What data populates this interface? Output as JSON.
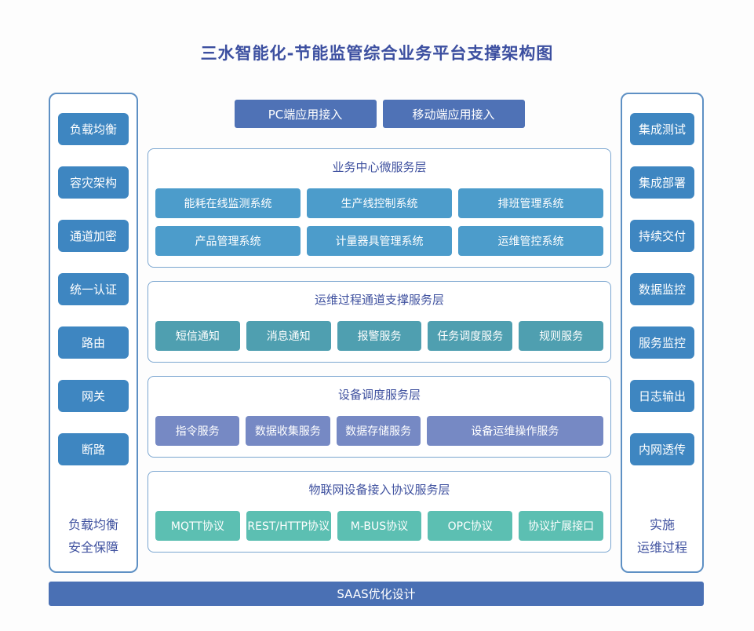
{
  "title": "三水智能化-节能监管综合业务平台支撑架构图",
  "colors": {
    "title_text": "#3c4fa0",
    "label_text": "#3f519f",
    "panel_border": "#5e90c4",
    "section_border": "#7ba6d0",
    "side_button": "#3e86c1",
    "top_button": "#4f72b6",
    "bottom_bar": "#4a70b4",
    "section1_button": "#4c9ccb",
    "section2_button": "#4f9fb0",
    "section3_button": "#7689c4",
    "section4_button": "#5cbfb2",
    "button_text": "#ffffff"
  },
  "left_sidebar": {
    "items": [
      "负载均衡",
      "容灾架构",
      "通道加密",
      "统一认证",
      "路由",
      "网关",
      "断路"
    ],
    "footer": [
      "负载均衡",
      "安全保障"
    ]
  },
  "right_sidebar": {
    "items": [
      "集成测试",
      "集成部署",
      "持续交付",
      "数据监控",
      "服务监控",
      "日志输出",
      "内网透传"
    ],
    "footer": [
      "实施",
      "运维过程"
    ]
  },
  "top_buttons": [
    "PC端应用接入",
    "移动端应用接入"
  ],
  "sections": [
    {
      "title": "业务中心微服务层",
      "color_key": "section1_button",
      "rows": [
        [
          "能耗在线监测系统",
          "生产线控制系统",
          "排班管理系统"
        ],
        [
          "产品管理系统",
          "计量器具管理系统",
          "运维管控系统"
        ]
      ]
    },
    {
      "title": "运维过程通道支撑服务层",
      "color_key": "section2_button",
      "rows": [
        [
          "短信通知",
          "消息通知",
          "报警服务",
          "任务调度服务",
          "规则服务"
        ]
      ]
    },
    {
      "title": "设备调度服务层",
      "color_key": "section3_button",
      "rows": [
        [
          "指令服务",
          "数据收集服务",
          "数据存储服务",
          "设备运维操作服务"
        ]
      ],
      "spans": [
        [
          1,
          1,
          1,
          2.1
        ]
      ]
    },
    {
      "title": "物联网设备接入协议服务层",
      "color_key": "section4_button",
      "rows": [
        [
          "MQTT协议",
          "REST/HTTP协议",
          "M-BUS协议",
          "OPC协议",
          "协议扩展接口"
        ]
      ]
    }
  ],
  "bottom_bar": "SAAS优化设计"
}
